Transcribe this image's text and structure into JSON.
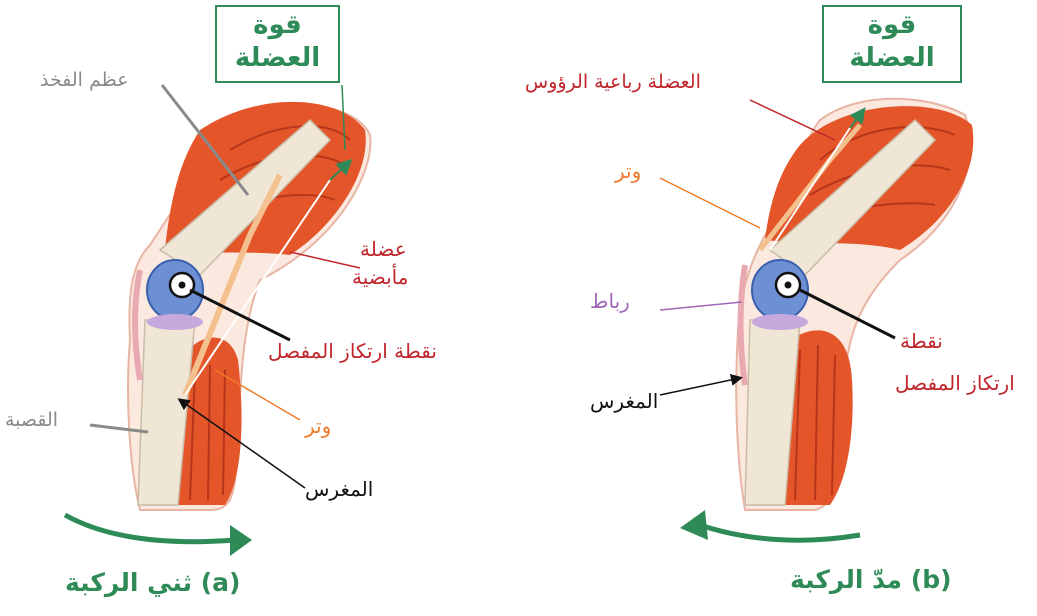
{
  "colors": {
    "muscle": "#e4562a",
    "muscle_dark": "#b7351a",
    "bone": "#efe6d6",
    "tendon": "#f3c08e",
    "green": "#2e8b57",
    "red_label": "#c0262c",
    "orange_label": "#f07a2a",
    "purple_label": "#a066b8",
    "gray_label": "#8a8a8a"
  },
  "panel_a": {
    "force_line1": "قوة",
    "force_line2": "العضلة",
    "femur": "عظم الفخذ",
    "biceps": "عضلة",
    "biceps2": "مأبضية",
    "pivot": "نقطة ارتكاز المفصل",
    "tendon": "وتر",
    "tibia": "القصبة",
    "insertion": "المغرس",
    "caption_tag": "(a)",
    "caption_text": "ثني الركبة"
  },
  "panel_b": {
    "force_line1": "قوة",
    "force_line2": "العضلة",
    "quadriceps": "العضلة رباعية الرؤوس",
    "tendon": "وتر",
    "ligament": "رباط",
    "pivot1": "نقطة",
    "pivot2": "ارتكاز المفصل",
    "insertion": "المغرس",
    "caption_tag": "(b)",
    "caption_text": "مدّ الركبة"
  }
}
